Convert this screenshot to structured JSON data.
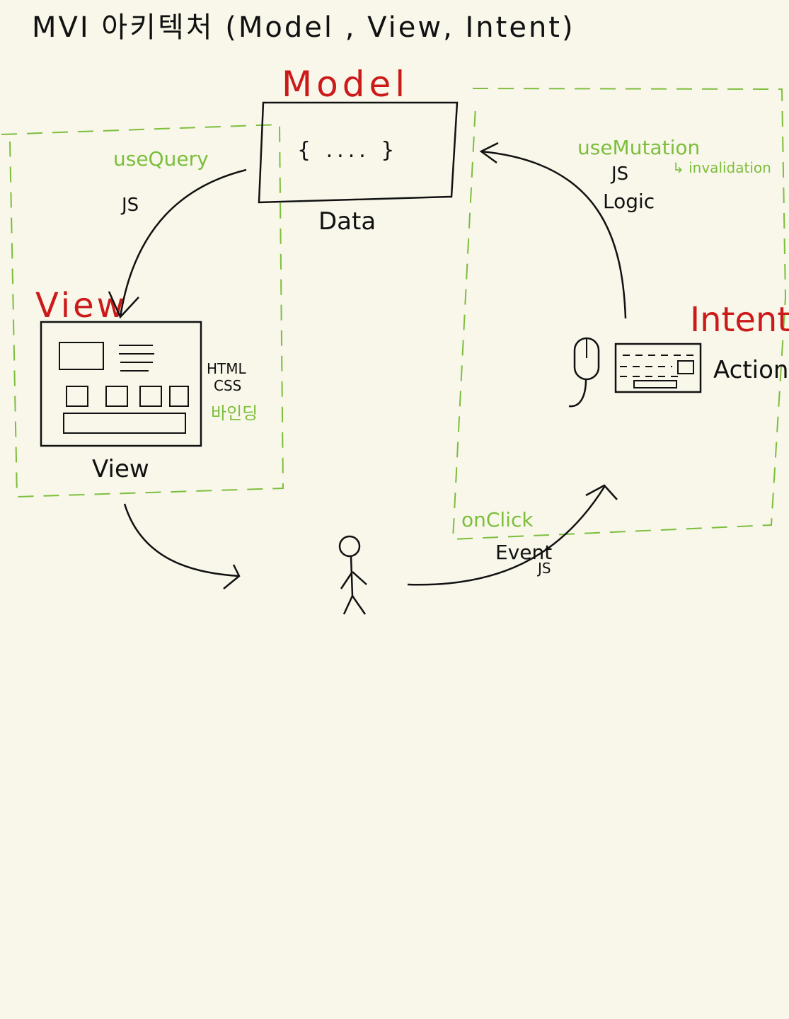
{
  "title": "MVI 아키텍처 (Model , View, Intent)",
  "model": {
    "heading": "Model",
    "box_content": "{  ....  }",
    "caption": "Data"
  },
  "view": {
    "heading": "View",
    "caption": "View",
    "tech_html": "HTML",
    "tech_css": "CSS",
    "tech_note": "바인딩"
  },
  "intent": {
    "heading": "Intent",
    "action": "Action"
  },
  "arrows": {
    "model_to_view_hook": "useQuery",
    "model_to_view_lang": "JS",
    "intent_to_model_hook": "useMutation",
    "intent_to_model_sub": "↳ invalidation",
    "intent_to_model_lang": "JS",
    "intent_to_model_kind": "Logic",
    "user_to_intent_trigger": "onClick",
    "user_to_intent_kind": "Event",
    "user_to_intent_lang": "JS"
  },
  "colors": {
    "ink": "#111111",
    "heading_red": "#cc1a1a",
    "annotation_green": "#7dbe3c",
    "paper": "#f8f7ea"
  }
}
